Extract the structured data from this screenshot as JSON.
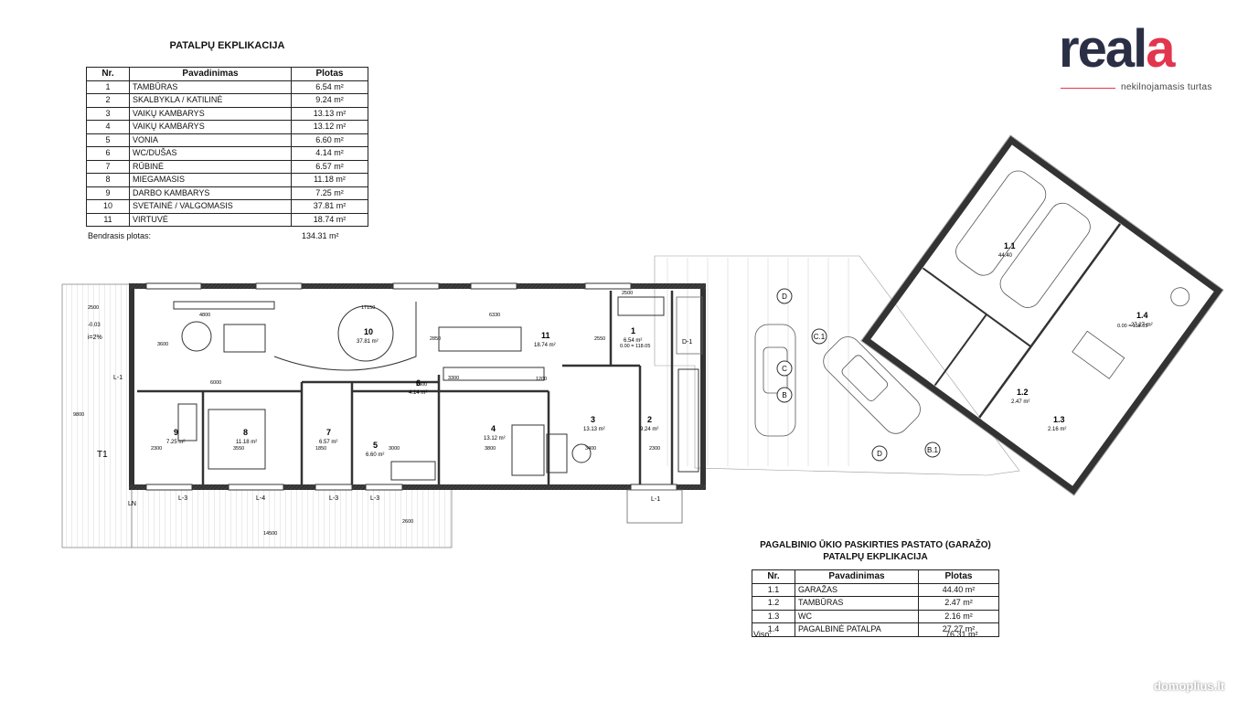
{
  "main_table": {
    "title": "PATALPŲ EKPLIKACIJA",
    "headers": [
      "Nr.",
      "Pavadinimas",
      "Plotas"
    ],
    "rows": [
      [
        "1",
        "TAMBŪRAS",
        "6.54 m²"
      ],
      [
        "2",
        "SKALBYKLA / KATILINĖ",
        "9.24 m²"
      ],
      [
        "3",
        "VAIKŲ KAMBARYS",
        "13.13 m²"
      ],
      [
        "4",
        "VAIKŲ KAMBARYS",
        "13.12 m²"
      ],
      [
        "5",
        "VONIA",
        "6.60 m²"
      ],
      [
        "6",
        "WC/DUŠAS",
        "4.14 m²"
      ],
      [
        "7",
        "RŪBINĖ",
        "6.57 m²"
      ],
      [
        "8",
        "MIEGAMASIS",
        "11.18 m²"
      ],
      [
        "9",
        "DARBO KAMBARYS",
        "7.25 m²"
      ],
      [
        "10",
        "SVETAINĖ / VALGOMASIS",
        "37.81 m²"
      ],
      [
        "11",
        "VIRTUVĖ",
        "18.74 m²"
      ]
    ],
    "total_label": "Bendrasis plotas:",
    "total_value": "134.31 m²"
  },
  "garage_table": {
    "title_line1": "PAGALBINIO ŪKIO PASKIRTIES PASTATO (GARAŽO)",
    "title_line2": "PATALPŲ EKPLIKACIJA",
    "headers": [
      "Nr.",
      "Pavadinimas",
      "Plotas"
    ],
    "rows": [
      [
        "1.1",
        "GARAŽAS",
        "44.40 m²"
      ],
      [
        "1.2",
        "TAMBŪRAS",
        "2.47 m²"
      ],
      [
        "1.3",
        "WC",
        "2.16 m²"
      ],
      [
        "1.4",
        "PAGALBINĖ PATALPA",
        "27.27 m²"
      ]
    ],
    "total_label": "Viso:",
    "total_value": "76.31 m²"
  },
  "logo": {
    "word_main": "real",
    "word_accent": "a",
    "subtitle": "nekilnojamasis turtas",
    "accent_color": "#e2354e",
    "dark_color": "#2b2f45"
  },
  "watermark": "domoplius.lt",
  "plan": {
    "rooms": [
      {
        "nr": "1",
        "area": "6.54 m²"
      },
      {
        "nr": "2",
        "area": "9.24 m²"
      },
      {
        "nr": "3",
        "area": "13.13 m²"
      },
      {
        "nr": "4",
        "area": "13.12 m²"
      },
      {
        "nr": "5",
        "area": "6.60 m²"
      },
      {
        "nr": "6",
        "area": "4.14 m²"
      },
      {
        "nr": "7",
        "area": "6.57 m²"
      },
      {
        "nr": "8",
        "area": "11.18 m²"
      },
      {
        "nr": "9",
        "area": "7.25 m²"
      },
      {
        "nr": "10",
        "area": "37.81 m²"
      },
      {
        "nr": "11",
        "area": "18.74 m²"
      }
    ],
    "garage_rooms": [
      {
        "nr": "1.1",
        "area": "44.40"
      },
      {
        "nr": "1.2",
        "area": "2.47 m²"
      },
      {
        "nr": "1.3",
        "area": "2.16 m²"
      },
      {
        "nr": "1.4",
        "area": "27.27 m²"
      }
    ],
    "terrace_label": "T1",
    "level_mark": "-0.03",
    "slope": "i=2%",
    "level_entry": "0.00 = 118.05",
    "level_garage": "0.00 = 118.05",
    "door_label": "D-1",
    "window_labels": [
      "L-1",
      "L-3",
      "L-4",
      "L-3",
      "L-3",
      "L-1",
      "LN"
    ],
    "axis_labels": [
      "D",
      "C",
      "B",
      "C.1",
      "B.1",
      "D"
    ],
    "dims": [
      "2500",
      "4800",
      "17150",
      "6000",
      "6330",
      "3300",
      "1200",
      "2500",
      "2300",
      "3550",
      "1850",
      "3000",
      "3800",
      "3400",
      "2300",
      "14500",
      "9800",
      "2600",
      "3600",
      "2850",
      "2550",
      "2600"
    ]
  }
}
